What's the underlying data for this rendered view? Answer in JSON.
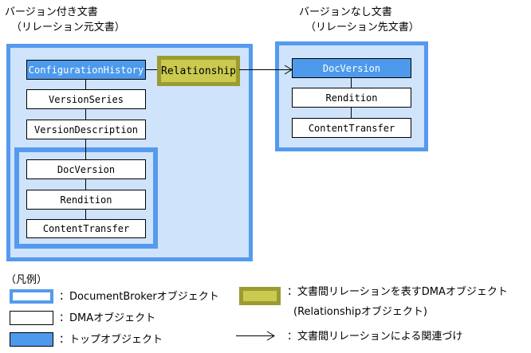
{
  "diagram": {
    "left_group": {
      "title_line1": "バージョン付き文書",
      "title_line2": "（リレーション元文書）",
      "top_object": "ConfigurationHistory",
      "object_1": "VersionSeries",
      "object_2": "VersionDescription",
      "sub_group": {
        "object_1": "DocVersion",
        "object_2": "Rendition",
        "object_3": "ContentTransfer"
      }
    },
    "relationship_label": "Relationship",
    "right_group": {
      "title_line1": "バージョンなし文書",
      "title_line2": "（リレーション先文書）",
      "top_object": "DocVersion",
      "object_1": "Rendition",
      "object_2": "ContentTransfer"
    }
  },
  "legend": {
    "title": "（凡例）",
    "docbroker_label": "：DocumentBrokerオブジェクト",
    "dma_label": "：DMAオブジェクト",
    "top_label": "：トップオブジェクト",
    "relationship_label_line1": "：文書間リレーションを表すDMAオブジェクト",
    "relationship_label_line2": "(Relationshipオブジェクト)",
    "arrow_label": "：文書間リレーションによる関連づけ"
  },
  "colors": {
    "container_border": "#559aee",
    "container_fill": "#cfe3fb",
    "top_object_fill": "#4d9aed",
    "relationship_border": "#9b9b31",
    "relationship_fill": "#cbca50",
    "box_fill": "#ffffff",
    "line": "#000000"
  }
}
